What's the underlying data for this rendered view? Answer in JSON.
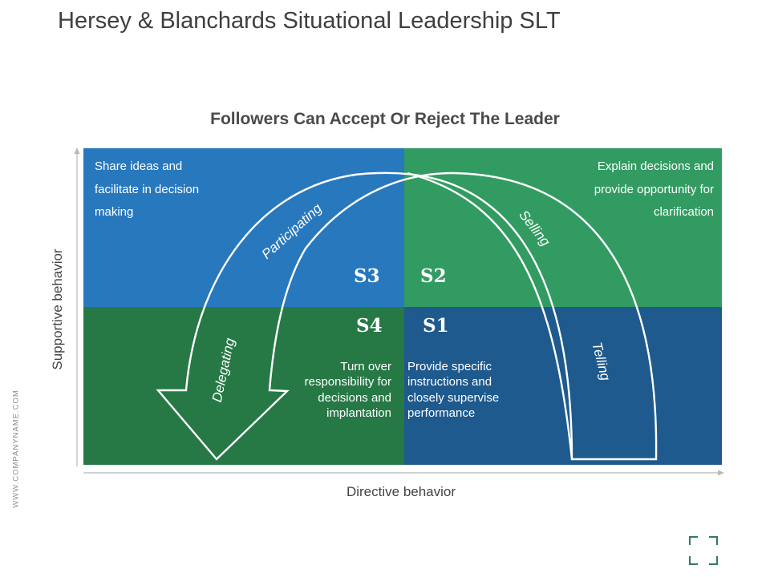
{
  "title": "Hersey & Blanchards Situational Leadership SLT",
  "subtitle": "Followers Can Accept Or Reject The Leader",
  "side_url": "WWW.COMPANYNAME.COM",
  "axes": {
    "y_label": "Supportive behavior",
    "x_label": "Directive behavior"
  },
  "quadrants": {
    "top_left": {
      "text_lines": [
        "Share ideas and",
        "facilitate in  decision",
        "making"
      ],
      "label": "S3",
      "color": "#2878be"
    },
    "top_right": {
      "text_lines": [
        "Explain decisions and",
        "provide opportunity for",
        "clarification"
      ],
      "label": "S2",
      "color": "#329b62"
    },
    "bottom_left": {
      "text_lines": [
        "Turn over",
        "responsibility for",
        "decisions and",
        "implantation"
      ],
      "label": "S4",
      "color": "#267945"
    },
    "bottom_right": {
      "text_lines": [
        "Provide specific",
        "instructions and",
        "closely supervise",
        "performance"
      ],
      "label": "S1",
      "color": "#1e5a8e"
    }
  },
  "arrow_labels": {
    "participating": "Participating",
    "selling": "Selling",
    "telling": "Telling",
    "delegating": "Delegating"
  },
  "icons": {
    "fullscreen": "fullscreen-corners-icon"
  },
  "colors": {
    "axis": "#b8b8b8",
    "icon": "#2f7d5a"
  }
}
